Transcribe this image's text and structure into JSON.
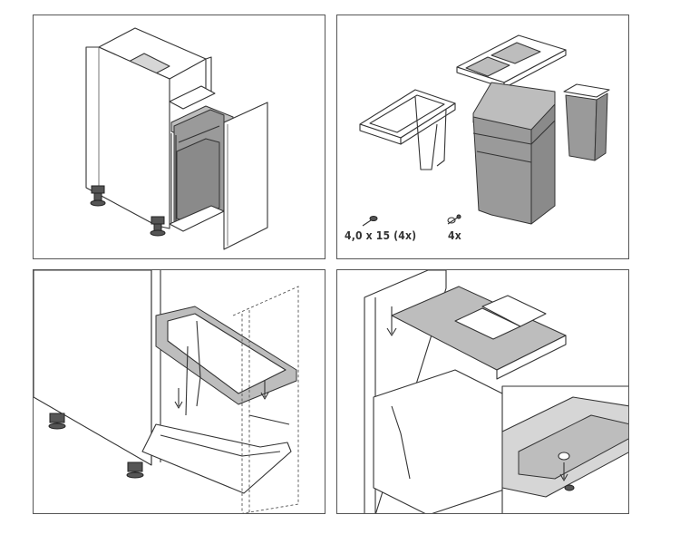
{
  "panels": [
    {
      "id": "step-1"
    },
    {
      "id": "step-2",
      "labels": {
        "screw": "4,0 x 15 (4x)",
        "pin": "4x"
      }
    },
    {
      "id": "step-3"
    },
    {
      "id": "step-4"
    }
  ],
  "colors": {
    "outline": "#333333",
    "bin_gray": "#9a9a9a",
    "frame_gray": "#bdbdbd",
    "background": "#ffffff"
  }
}
